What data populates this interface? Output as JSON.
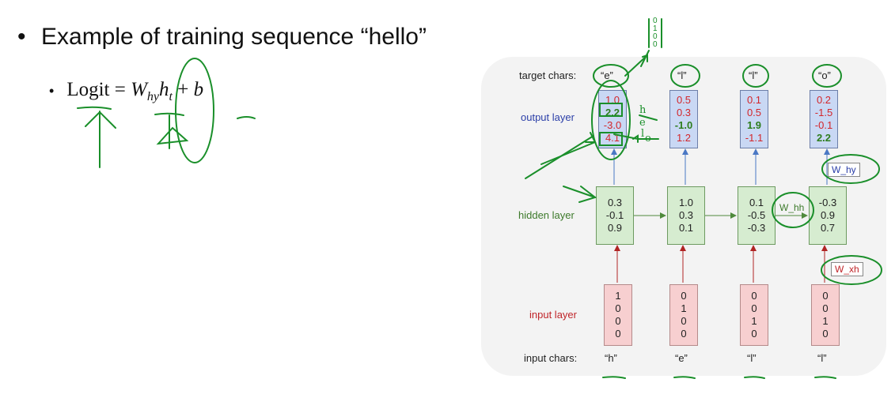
{
  "slide": {
    "bullet_main": "Example of training sequence “hello”",
    "formula": {
      "lhs": "Logit",
      "eq": "=",
      "w": "W",
      "w_sub": "hy",
      "h": "h",
      "h_sub": "t",
      "plus": "+",
      "b": "b"
    }
  },
  "diagram": {
    "row_labels": {
      "target": "target chars:",
      "output": "output layer",
      "hidden": "hidden layer",
      "input": "input layer",
      "input_chars": "input chars:"
    },
    "target_chars": [
      "“e”",
      "“l”",
      "“l”",
      "“o”"
    ],
    "input_chars": [
      "“h”",
      "“e”",
      "“l”",
      "“l”"
    ],
    "output_values": [
      [
        {
          "v": "1.0",
          "c": "red"
        },
        {
          "v": "2.2",
          "c": "green"
        },
        {
          "v": "-3.0",
          "c": "red"
        },
        {
          "v": "4.1",
          "c": "red"
        }
      ],
      [
        {
          "v": "0.5",
          "c": "red"
        },
        {
          "v": "0.3",
          "c": "red"
        },
        {
          "v": "-1.0",
          "c": "green"
        },
        {
          "v": "1.2",
          "c": "red"
        }
      ],
      [
        {
          "v": "0.1",
          "c": "red"
        },
        {
          "v": "0.5",
          "c": "red"
        },
        {
          "v": "1.9",
          "c": "green"
        },
        {
          "v": "-1.1",
          "c": "red"
        }
      ],
      [
        {
          "v": "0.2",
          "c": "red"
        },
        {
          "v": "-1.5",
          "c": "red"
        },
        {
          "v": "-0.1",
          "c": "red"
        },
        {
          "v": "2.2",
          "c": "green"
        }
      ]
    ],
    "hidden_values": [
      [
        "0.3",
        "-0.1",
        "0.9"
      ],
      [
        "1.0",
        "0.3",
        "0.1"
      ],
      [
        "0.1",
        "-0.5",
        "-0.3"
      ],
      [
        "-0.3",
        "0.9",
        "0.7"
      ]
    ],
    "input_values": [
      [
        "1",
        "0",
        "0",
        "0"
      ],
      [
        "0",
        "1",
        "0",
        "0"
      ],
      [
        "0",
        "0",
        "1",
        "0"
      ],
      [
        "0",
        "0",
        "1",
        "0"
      ]
    ],
    "weights": {
      "hy": "W_hy",
      "hh": "W_hh",
      "xh": "W_xh"
    }
  },
  "annotations": {
    "letters": [
      "h",
      "e",
      "l",
      "o"
    ],
    "vector": [
      "0",
      "1",
      "0",
      "0"
    ]
  },
  "colors": {
    "output_fill": "#c9d8f4",
    "hidden_fill": "#d6ecd0",
    "input_fill": "#f7cfd0",
    "ink_green": "#1a8f2a"
  }
}
